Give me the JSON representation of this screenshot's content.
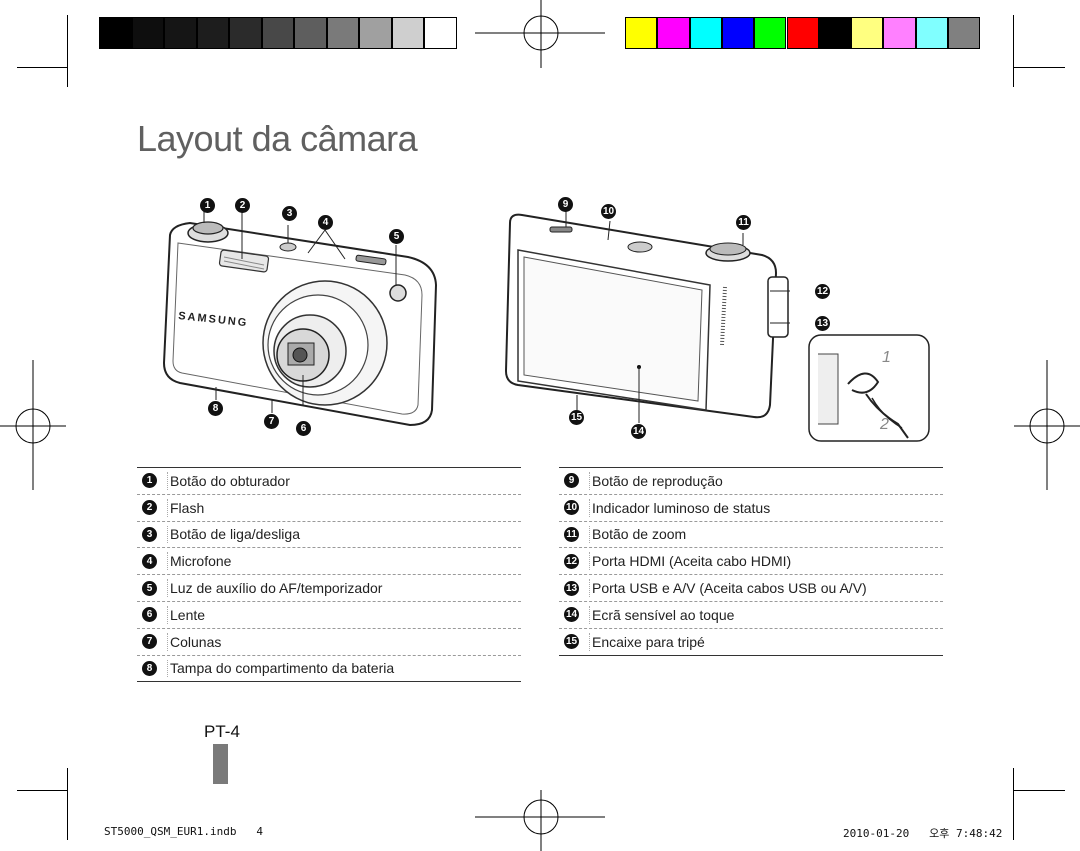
{
  "page": {
    "title": "Layout da câmara",
    "page_number": "PT-4",
    "footer_left": "ST5000_QSM_EUR1.indb   4",
    "footer_right": "2010-01-20   오후 7:48:42"
  },
  "gray_swatches": [
    "#000000",
    "#0e0e0e",
    "#151515",
    "#1d1d1d",
    "#2b2b2b",
    "#484848",
    "#5e5e5e",
    "#7a7a7a",
    "#a0a0a0",
    "#cfcfcf",
    "#ffffff"
  ],
  "color_swatches": [
    "#ffff00",
    "#ff00ff",
    "#00ffff",
    "#0000ff",
    "#00ff00",
    "#ff0000",
    "#000000",
    "#ffff80",
    "#ff80ff",
    "#80ffff",
    "#808080"
  ],
  "front_callouts": [
    "1",
    "2",
    "3",
    "4",
    "5",
    "6",
    "7",
    "8"
  ],
  "back_callouts": [
    "9",
    "10",
    "11",
    "12",
    "13",
    "14",
    "15"
  ],
  "strap_steps": [
    "1",
    "2"
  ],
  "front_brand": "SAMSUNG",
  "legend_left": [
    {
      "n": "1",
      "label": "Botão do obturador"
    },
    {
      "n": "2",
      "label": "Flash"
    },
    {
      "n": "3",
      "label": "Botão de liga/desliga"
    },
    {
      "n": "4",
      "label": "Microfone"
    },
    {
      "n": "5",
      "label": "Luz de auxílio do AF/temporizador"
    },
    {
      "n": "6",
      "label": "Lente"
    },
    {
      "n": "7",
      "label": "Colunas"
    },
    {
      "n": "8",
      "label": "Tampa do compartimento da bateria"
    }
  ],
  "legend_right": [
    {
      "n": "9",
      "label": "Botão de reprodução"
    },
    {
      "n": "10",
      "label": "Indicador luminoso de status"
    },
    {
      "n": "11",
      "label": "Botão de zoom"
    },
    {
      "n": "12",
      "label": "Porta HDMI (Aceita cabo HDMI)"
    },
    {
      "n": "13",
      "label": "Porta USB e A/V (Aceita cabos USB ou A/V)"
    },
    {
      "n": "14",
      "label": "Ecrã sensível ao toque"
    },
    {
      "n": "15",
      "label": "Encaixe para tripé"
    }
  ]
}
